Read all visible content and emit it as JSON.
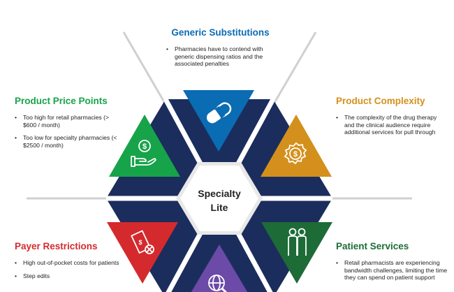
{
  "colors": {
    "navy": "#1b2d5c",
    "blue": "#0a6cb3",
    "green": "#17a34a",
    "orange": "#d4901c",
    "red": "#d42a2e",
    "dark_green": "#1d6b37",
    "purple": "#6b4aa8",
    "line_grey": "#d0d0d0"
  },
  "hub": {
    "line1": "Specialty",
    "line2": "Lite"
  },
  "sections": {
    "generic": {
      "title": "Generic Substitutions",
      "bullets": [
        "Pharmacies have to contend with generic dispensing ratios and the associated penalties"
      ],
      "icon": "pill-icon"
    },
    "price": {
      "title": "Product Price Points",
      "bullets": [
        "Too high for retail pharmacies (> $600 / month)",
        "Too low for specialty pharmacies (< $2500 / month)"
      ],
      "icon": "dollar-hand-icon"
    },
    "complexity": {
      "title": "Product Complexity",
      "bullets": [
        "The complexity of the drug therapy and the clinical audience require additional services for pull through"
      ],
      "icon": "dollar-gear-icon"
    },
    "payer": {
      "title": "Payer Restrictions",
      "bullets": [
        "High out-of-pocket costs for patients",
        "Step edits"
      ],
      "icon": "money-cancel-icon"
    },
    "services": {
      "title": "Patient Services",
      "bullets": [
        "Retail pharmacists are experiencing bandwidth challenges, limiting the time they can spend on patient support"
      ],
      "icon": "people-icon"
    },
    "bottom": {
      "icon": "globe-search-icon"
    }
  }
}
